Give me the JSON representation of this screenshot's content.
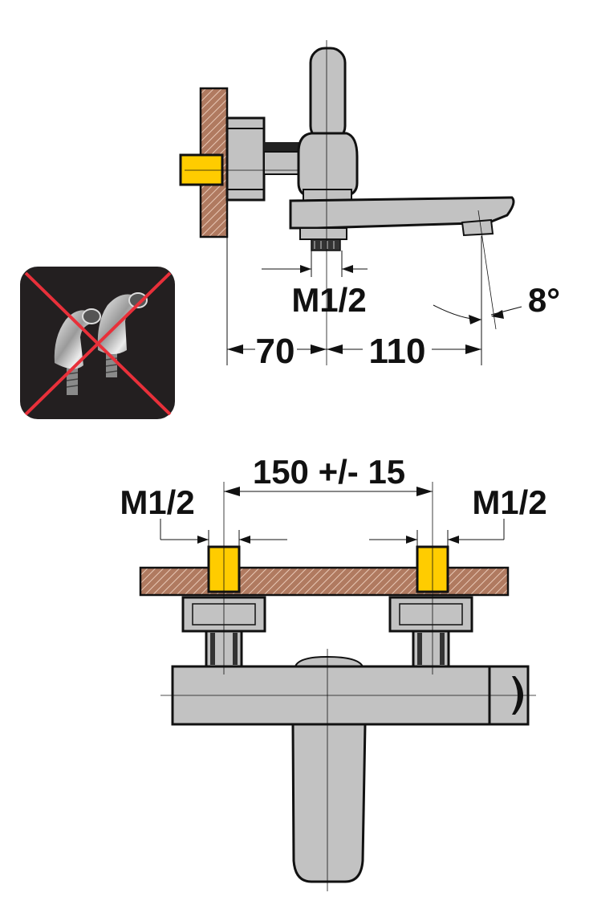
{
  "side_view": {
    "thread_label": "M1/2",
    "angle_label": "8°",
    "depth_label": "70",
    "reach_label": "110"
  },
  "front_view": {
    "spacing_label": "150 +/- 15",
    "left_thread_label": "M1/2",
    "right_thread_label": "M1/2"
  },
  "notice": {
    "icon": "no-eccentric-connectors-icon"
  },
  "colors": {
    "metal": "#c2c2c2",
    "thread": "#ffcc00",
    "wall": "#b07a60",
    "notice_bg": "#231f20",
    "cross": "#e8303a"
  }
}
